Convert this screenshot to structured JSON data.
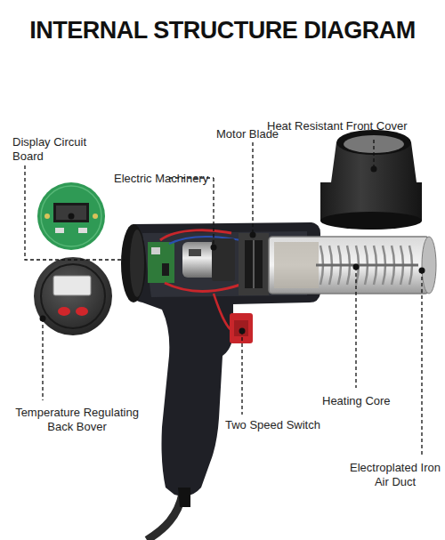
{
  "diagram": {
    "title": "INTERNAL STRUCTURE DIAGRAM",
    "labels": [
      "Display Circuit Board",
      "Electric Machinery",
      "Motor Blade",
      "Heat Resistant Front Cover",
      "Temperature Regulating Back Bover",
      "Two Speed Switch",
      "Heating Core",
      "Electroplated Iron Air Duct"
    ]
  }
}
